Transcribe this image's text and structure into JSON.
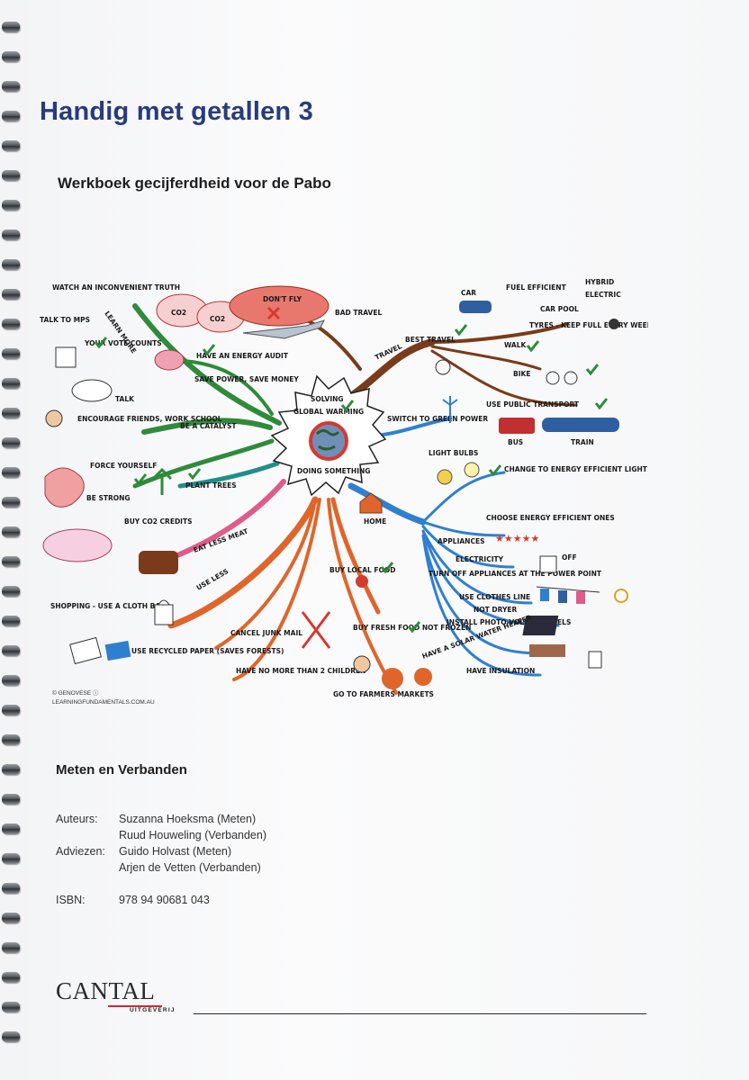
{
  "cover": {
    "title": "Handig met getallen 3",
    "subtitle": "Werkboek gecijferdheid voor de Pabo"
  },
  "mindmap": {
    "center_lines": [
      "SOLVING",
      "GLOBAL WARMING",
      "DOING SOMETHING"
    ],
    "branches": {
      "learn_more": "LEARN MORE",
      "travel": "TRAVEL",
      "bad_travel": "BAD TRAVEL",
      "best_travel": "BEST TRAVEL",
      "dont_fly": "DON'T FLY",
      "co2_a": "CO2",
      "co2_b": "CO2",
      "be_a_catalyst": "BE A CATALYST",
      "have_energy_audit": "HAVE AN ENERGY AUDIT",
      "save_power": "SAVE POWER, SAVE MONEY",
      "talk": "TALK",
      "encourage": "ENCOURAGE FRIENDS, WORK SCHOOL",
      "your_vote": "YOUR VOTE COUNTS",
      "talk_to_mps": "TALK TO MPS",
      "watch_truth": "WATCH AN INCONVENIENT TRUTH",
      "force_yourself": "FORCE YOURSELF",
      "be_strong": "BE STRONG",
      "plant_trees": "PLANT TREES",
      "buy_co2_credits": "BUY CO2 CREDITS",
      "eat_less_meat": "EAT LESS MEAT",
      "use_less": "USE LESS",
      "shopping": "SHOPPING - USE A CLOTH BAG",
      "recycled_paper": "USE RECYCLED PAPER (SAVES FORESTS)",
      "cancel_junk_mail": "CANCEL JUNK MAIL",
      "children": "HAVE NO MORE THAN 2 CHILDREN",
      "buy_local_food": "BUY LOCAL FOOD",
      "buy_fresh_food": "BUY FRESH FOOD NOT FROZEN",
      "farmers_markets": "GO TO FARMERS MARKETS",
      "car": "CAR",
      "fuel_efficient": "FUEL EFFICIENT",
      "hybrid": "HYBRID",
      "electric": "ELECTRIC",
      "car_pool": "CAR POOL",
      "tyres": "TYRES - KEEP FULL EVERY WEEK",
      "walk": "WALK",
      "bike": "BIKE",
      "public_transport": "USE PUBLIC TRANSPORT",
      "bus": "BUS",
      "train": "TRAIN",
      "green_power": "SWITCH TO GREEN POWER",
      "light_bulbs": "LIGHT BULBS",
      "change_bulbs": "CHANGE TO ENERGY EFFICIENT LIGHT BULBS",
      "home": "HOME",
      "appliances": "APPLIANCES",
      "choose_appliances": "CHOOSE ENERGY EFFICIENT ONES",
      "electricity": "ELECTRICITY",
      "turn_off": "TURN OFF APPLIANCES AT THE POWER POINT",
      "clothes_line": "USE CLOTHES LINE",
      "not_dryer": "NOT DRYER",
      "photovoltaic": "INSTALL PHOTO-VOLTAIC PANELS",
      "solar_heater": "HAVE A SOLAR WATER HEATER",
      "insulation": "HAVE INSULATION",
      "off_label": "OFF"
    },
    "credit_lines": [
      "© GENOVESE ⓘ",
      "LEARNINGFUNDAMENTALS.COM.AU"
    ],
    "colors": {
      "green": "#2e8b3a",
      "brown": "#7a3b1a",
      "blue": "#2f7fd1",
      "orange": "#e0652a",
      "pink": "#e05a8a",
      "teal": "#1f8f8a",
      "red": "#d43a2e"
    }
  },
  "details": {
    "section_title": "Meten en Verbanden",
    "authors_label": "Auteurs:",
    "authors": [
      "Suzanna Hoeksma (Meten)",
      "Ruud Houweling  (Verbanden)"
    ],
    "advisors_label": "Adviezen:",
    "advisors": [
      "Guido Holvast (Meten)",
      "Arjen de Vetten (Verbanden)"
    ],
    "isbn_label": "ISBN:",
    "isbn": "978 94 90681 043"
  },
  "publisher": {
    "name": "CANTAL",
    "sub": "UITGEVERIJ",
    "accent": "#d4282e"
  }
}
